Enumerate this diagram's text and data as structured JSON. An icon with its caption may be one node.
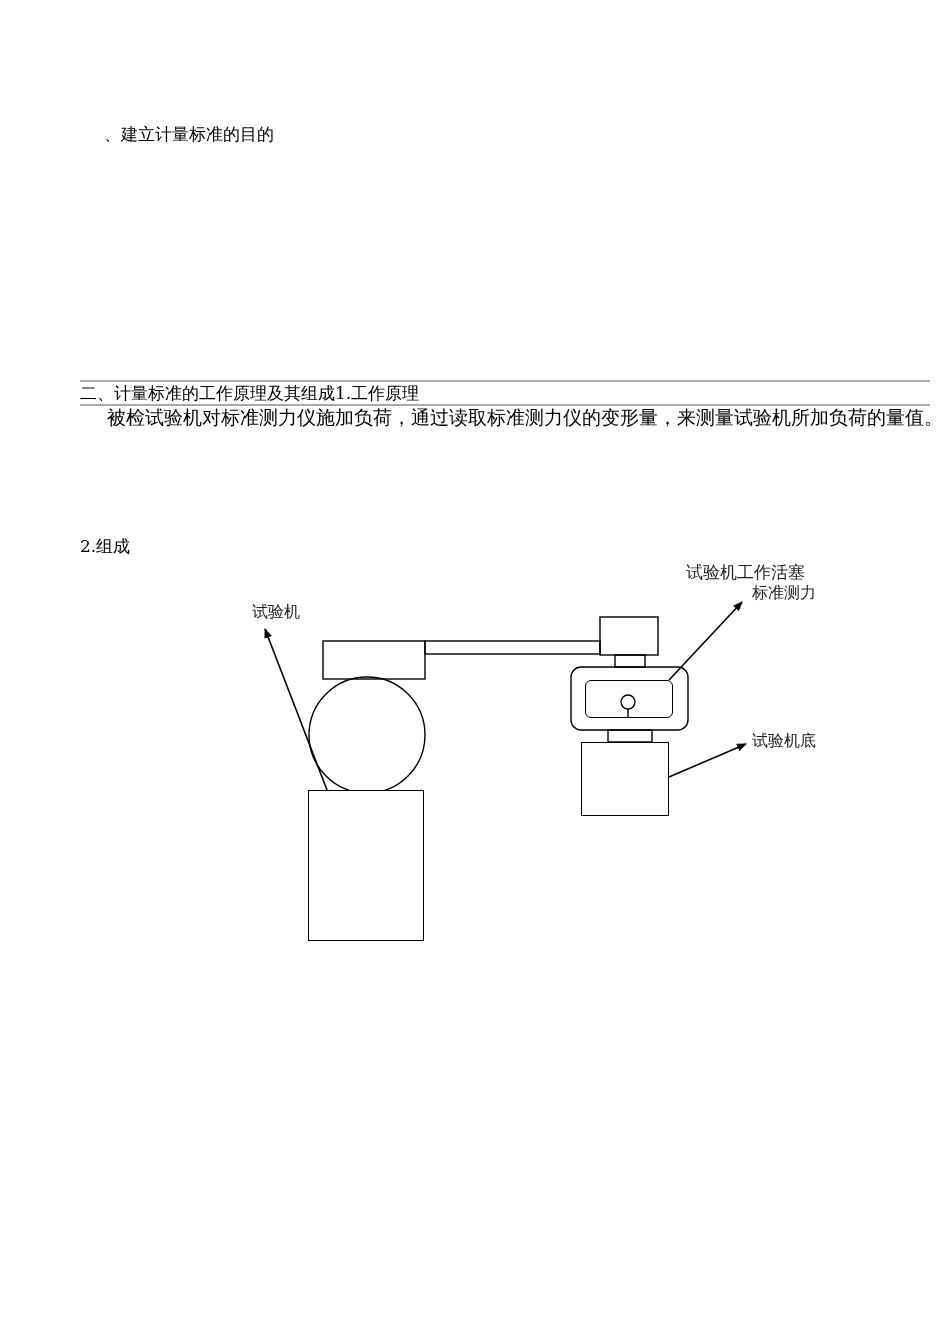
{
  "diagram": {
    "nodes": [
      {
        "text": [
          "试验机"
        ]
      },
      {
        "text": [],
        "shape": "box"
      },
      {
        "text": [
          "标准测力"
        ]
      },
      {
        "text": [],
        "shape": "box"
      },
      {
        "text": [
          "试验机底"
        ]
      },
      {
        "text": [],
        "shape": "box"
      }
    ],
    "edges": [
      {
        "from": 1,
        "to": 0,
        "arrow": "to"
      },
      {
        "from": 3,
        "to": 2,
        "arrow": "to"
      },
      {
        "from": 5,
        "to": 4,
        "arrow": "to"
      }
    ],
    "labels": [
      "、建立计量标准的目的",
      "二、计量标准的工作原理及其组成1.工作原理",
      "被检试验机对标准测力仪施加负荷，通过读取标准测力仪的变形量，来测量试验机所加负荷的量值。",
      "2.组成",
      "试验机工作活塞"
    ]
  }
}
